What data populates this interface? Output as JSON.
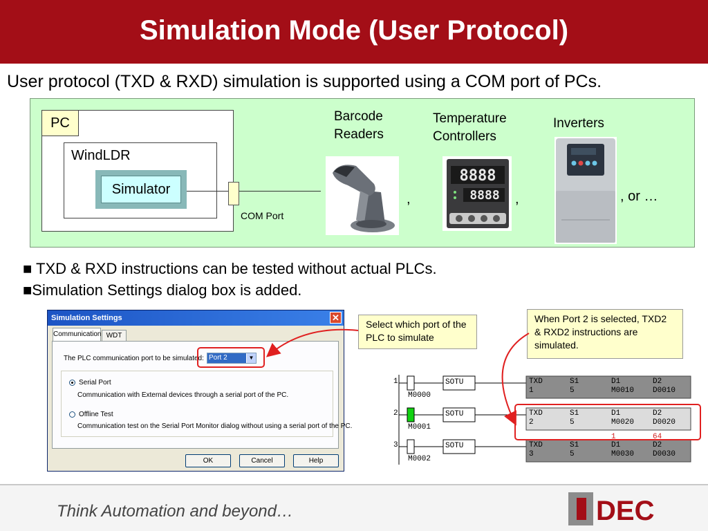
{
  "header": {
    "title": "Simulation Mode (User Protocol)"
  },
  "intro": "User protocol (TXD & RXD) simulation is supported using a COM port of PCs.",
  "diagram": {
    "pc_label": "PC",
    "windldr_label": "WindLDR",
    "simulator_label": "Simulator",
    "com_port_label": "COM Port",
    "devices": [
      {
        "label_line1": "Barcode",
        "label_line2": "Readers",
        "icon": "barcode-scanner-icon"
      },
      {
        "label_line1": "Temperature",
        "label_line2": "Controllers",
        "icon": "temperature-controller-icon"
      },
      {
        "label_line1": "Inverters",
        "label_line2": "",
        "icon": "inverter-icon"
      }
    ],
    "separators": [
      ",",
      ",",
      ", or …"
    ],
    "panel_color": "#ccffcc"
  },
  "bullets": [
    "■ TXD & RXD instructions can be tested without actual PLCs.",
    "■Simulation Settings dialog box is added."
  ],
  "dialog": {
    "title": "Simulation Settings",
    "tabs": [
      "Communication",
      "WDT"
    ],
    "port_label": "The PLC communication port to be simulated:",
    "port_value": "Port 2",
    "options": [
      {
        "label": "Serial Port",
        "description": "Communication with External devices through a serial port of the PC.",
        "selected": true
      },
      {
        "label": "Offline Test",
        "description": "Communication test on the Serial Port Monitor dialog without using a serial port of the PC.",
        "selected": false
      }
    ],
    "buttons": {
      "ok": "OK",
      "cancel": "Cancel",
      "help": "Help"
    }
  },
  "callouts": {
    "port_hint": "Select which port of the PLC to simulate",
    "port2_hint": "When Port 2 is selected, TXD2 & RXD2 instructions are simulated."
  },
  "ladder": {
    "rungs": [
      {
        "number": "1",
        "contact": "M0000",
        "sotu": "SOTU",
        "instr": "TXD",
        "instr_num": "1",
        "s1_label": "S1",
        "s1_val": "5",
        "d1_label": "D1",
        "d1_val": "M0010",
        "d2_label": "D2",
        "d2_val": "D0010"
      },
      {
        "number": "2",
        "contact": "M0001",
        "sotu": "SOTU",
        "instr": "TXD",
        "instr_num": "2",
        "s1_label": "S1",
        "s1_val": "5",
        "d1_label": "D1",
        "d1_val": "M0020",
        "d2_label": "D2",
        "d2_val": "D0020",
        "monitor_d1": "1",
        "monitor_d2": "64"
      },
      {
        "number": "3",
        "contact": "M0002",
        "sotu": "SOTU",
        "instr": "TXD",
        "instr_num": "3",
        "s1_label": "S1",
        "s1_val": "5",
        "d1_label": "D1",
        "d1_val": "M0030",
        "d2_label": "D2",
        "d2_val": "D0030"
      }
    ]
  },
  "footer": {
    "tagline": "Think Automation and beyond…",
    "logo_text": "IDEC",
    "brand_color": "#a30e17"
  }
}
